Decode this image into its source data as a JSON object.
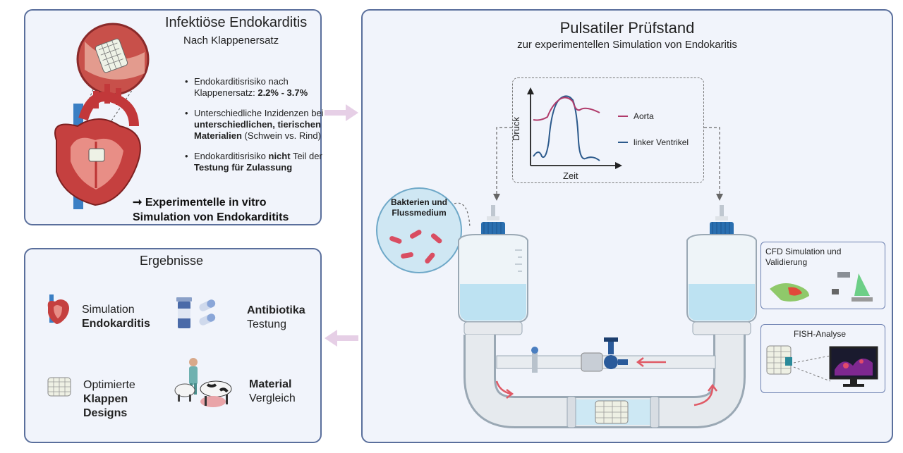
{
  "intro": {
    "title": "Infektiöse Endokarditis",
    "subtitle": "Nach Klappenersatz",
    "bullet1": {
      "pre": "Endokarditisrisiko nach Klappenersatz: ",
      "bold": "2.2% - 3.7%"
    },
    "bullet2": {
      "pre": "Unterschiedliche Inzidenzen bei ",
      "bold": "unterschiedlichen, tierischen Materialien",
      "post": " (Schwein vs. Rind)"
    },
    "bullet3": {
      "pre": "Endokarditisrisiko ",
      "bold1": "nicht",
      "mid": " Teil der ",
      "bold2": "Testung für Zulassung"
    },
    "conclusion_line1": "➞ Experimentelle in vitro",
    "conclusion_line2": "Simulation von Endokarditits"
  },
  "results": {
    "title": "Ergebnisse",
    "item1": {
      "line1": "Simulation",
      "line2": "Endokarditis"
    },
    "item2": {
      "line1": "Antibiotika",
      "line2": "Testung"
    },
    "item3": {
      "line1": "Optimierte",
      "line2": "Klappen",
      "line3": "Designs"
    },
    "item4": {
      "line1": "Material",
      "line2": "Vergleich"
    }
  },
  "setup": {
    "title": "Pulsatiler Prüfstand",
    "subtitle": "zur experimentellen Simulation von Endokaritis",
    "bacteria_line1": "Bakterien und",
    "bacteria_line2": "Flussmedium",
    "cfd_line1": "CFD Simulation und",
    "cfd_line2": "Validierung",
    "fish": "FISH-Analyse"
  },
  "pressure_chart": {
    "ylabel": "Druck",
    "xlabel": "Zeit",
    "legend_aorta": "Aorta",
    "legend_ventricle": "linker Ventrikel",
    "colors": {
      "aorta": "#b03a6a",
      "ventricle": "#2c5a8c"
    }
  },
  "colors": {
    "panel_border": "#5a6f9c",
    "panel_bg": "#f1f4fb",
    "arrow": "#e6cfe6",
    "flow_arrow": "#e05a66",
    "cap": "#2a6fb0"
  }
}
